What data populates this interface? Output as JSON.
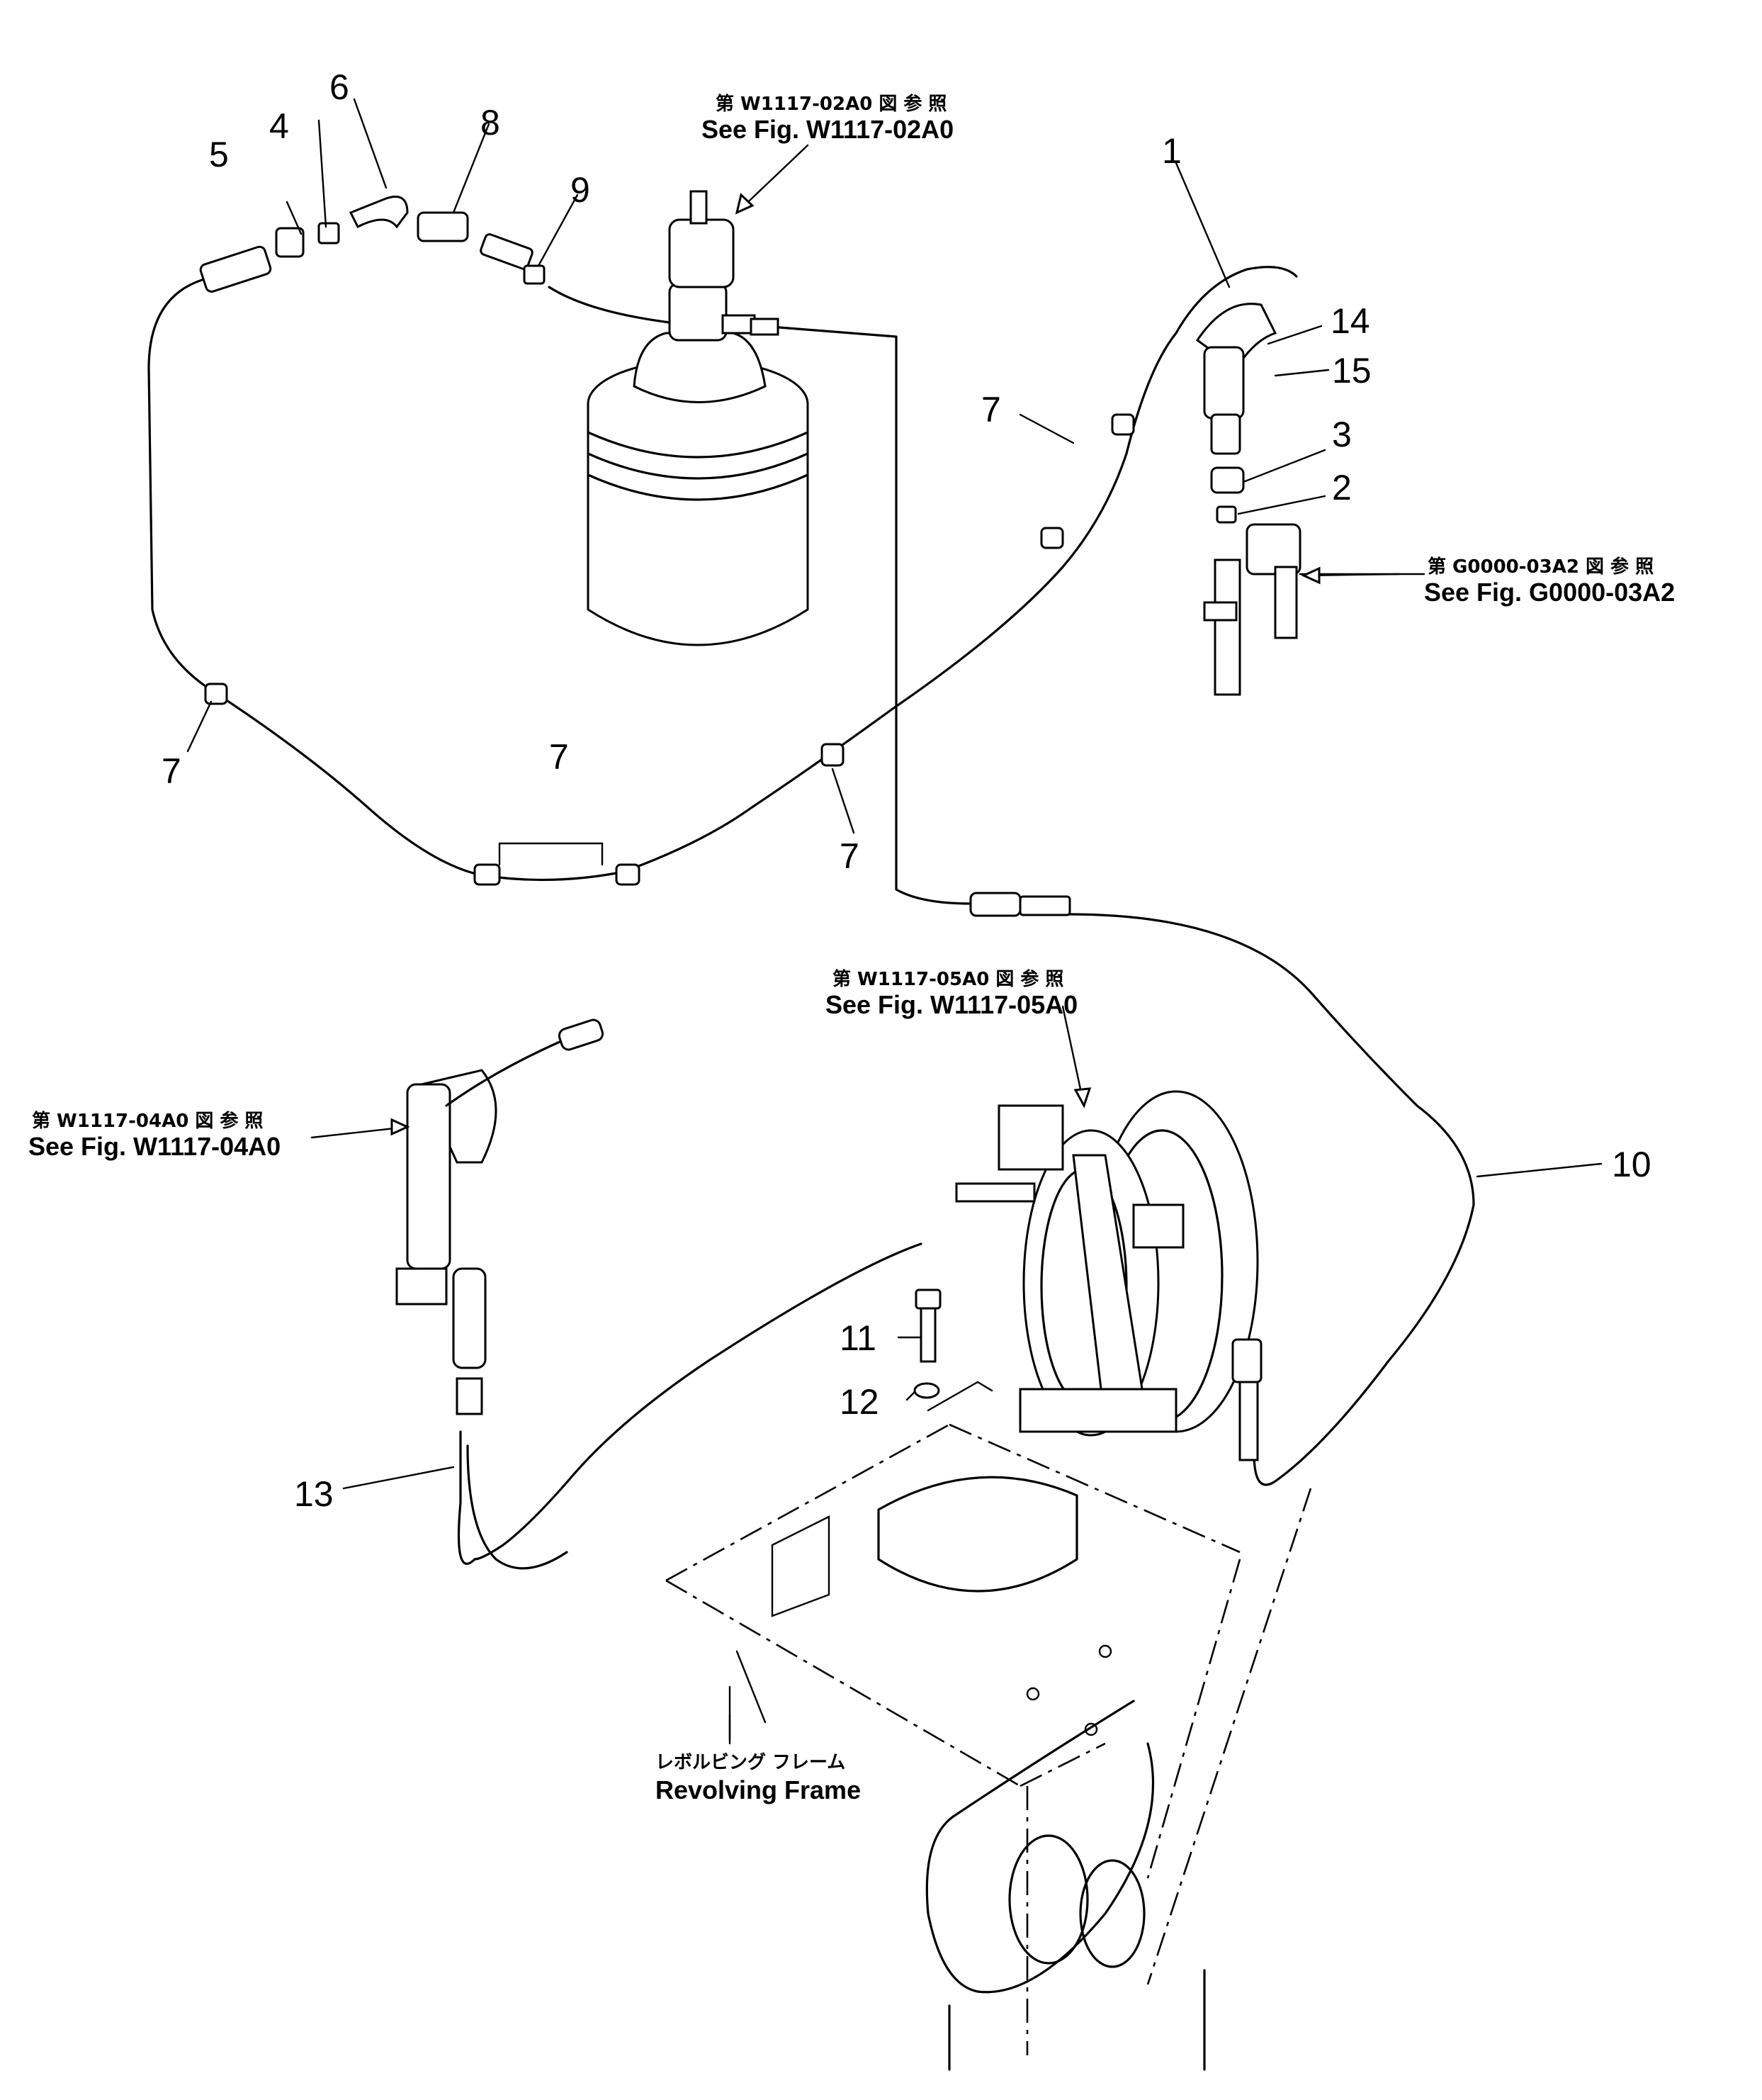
{
  "part_numbers": {
    "p1": "1",
    "p2": "2",
    "p3": "3",
    "p4": "4",
    "p5": "5",
    "p6": "6",
    "p7": "7",
    "p8": "8",
    "p9": "9",
    "p10": "10",
    "p11": "11",
    "p12": "12",
    "p13": "13",
    "p14": "14",
    "p15": "15"
  },
  "references": {
    "pump": {
      "jp": "第 W1117-02A0 図 参 照",
      "en": "See Fig. W1117-02A0"
    },
    "valve": {
      "jp": "第 G0000-03A2 図 参 照",
      "en": "See Fig. G0000-03A2"
    },
    "reel": {
      "jp": "第 W1117-05A0 図 参 照",
      "en": "See Fig. W1117-05A0"
    },
    "gun": {
      "jp": "第 W1117-04A0 図 参 照",
      "en": "See Fig. W1117-04A0"
    }
  },
  "frame_label": {
    "jp": "レボルビング フレーム",
    "en": "Revolving Frame"
  }
}
